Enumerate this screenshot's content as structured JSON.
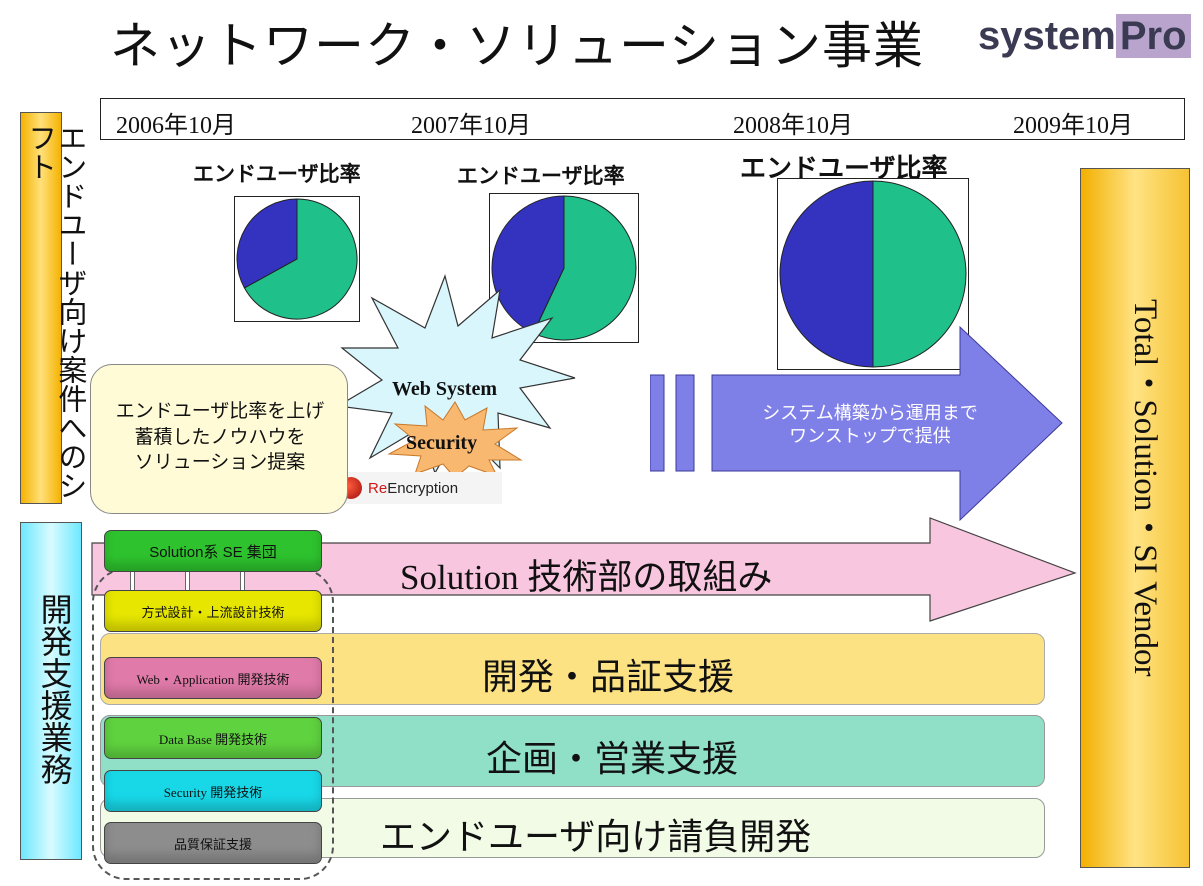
{
  "title": "ネットワーク・ソリューション事業",
  "logo": {
    "system": "system",
    "pro": "Pro"
  },
  "timeline": [
    "2006年10月",
    "2007年10月",
    "2008年10月",
    "2009年10月"
  ],
  "left_scroll_top": "エンドユーザ向け案件へのシフト",
  "left_scroll_bottom": "開発支援業務",
  "right_scroll": "Total・Solution・SI Vendor",
  "pies": [
    {
      "label": "エンドユーザ比率",
      "end_user_share": 0.33
    },
    {
      "label": "エンドユーザ比率",
      "end_user_share": 0.43
    },
    {
      "label": "エンドユーザ比率",
      "end_user_share": 0.5
    }
  ],
  "colors": {
    "end_user": "#3333c0",
    "other": "#20c08a",
    "big_arrow": "#7f7fe8",
    "solution_arrow": "#f9c6e0"
  },
  "callout": [
    "エンドユーザ比率を上げ",
    "蓄積したノウハウを",
    "ソリューション提案"
  ],
  "burst": {
    "web_system": "Web System",
    "security": "Security"
  },
  "reencryption": {
    "re": "Re",
    "encryption": "Encryption"
  },
  "big_arrow_text": [
    "システム構築から運用まで",
    "ワンストップで提供"
  ],
  "solution_arrow_text": "Solution 技術部の取組み",
  "bands": [
    "開発・品証支援",
    "企画・営業支援",
    "エンドユーザ向け請負開発"
  ],
  "buttons": [
    {
      "label": "Solution系 SE 集団",
      "color": "#2ec32e"
    },
    {
      "label": "方式設計・上流設計技術",
      "color": "#e6e600"
    },
    {
      "label": "Web・Application 開発技術",
      "color": "#e07aa8"
    },
    {
      "label": "Data Base 開発技術",
      "color": "#5fd23f"
    },
    {
      "label": "Security 開発技術",
      "color": "#18d8e8"
    },
    {
      "label": "品質保証支援",
      "color": "#8d8d8d"
    }
  ]
}
